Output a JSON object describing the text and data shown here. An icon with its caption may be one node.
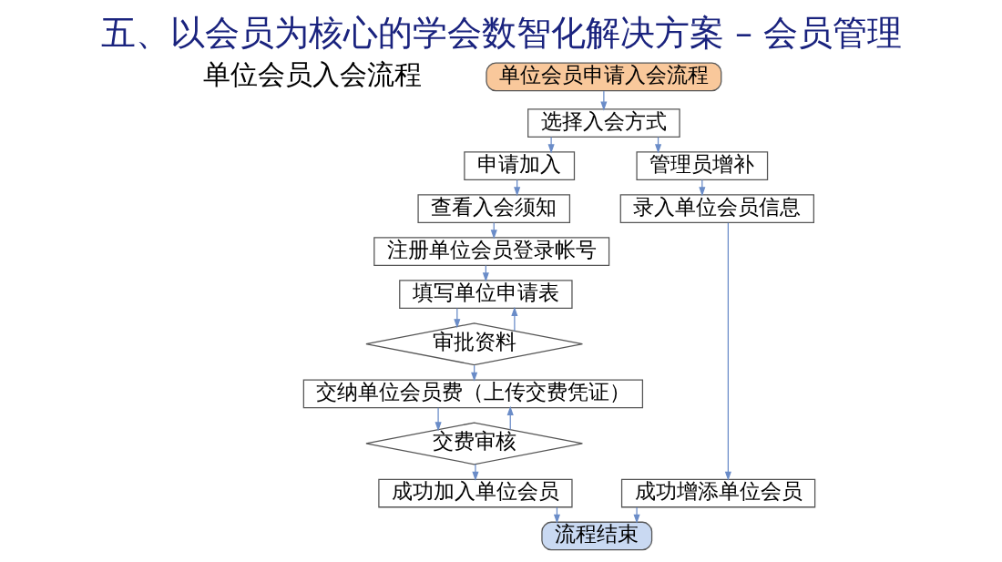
{
  "diagram": {
    "title": "五、以会员为核心的学会数智化解决方案 – 会员管理",
    "nodes": [
      {
        "text": [
          "单位会员申请入会流程"
        ]
      },
      {
        "text": [
          "选择入会方式"
        ]
      },
      {
        "text": [
          "申请加入"
        ]
      },
      {
        "text": [
          "管理员增补"
        ]
      },
      {
        "text": [
          "查看入会须知"
        ]
      },
      {
        "text": [
          "录入单位会员信息"
        ]
      },
      {
        "text": [
          "注册单位会员登录帐号"
        ]
      },
      {
        "text": [
          "填写单位申请表"
        ]
      },
      {
        "text": [
          "审批资料"
        ]
      },
      {
        "text": [
          "交纳单位会员费（上传交费凭证）"
        ]
      },
      {
        "text": [
          "交费审核"
        ]
      },
      {
        "text": [
          "成功加入单位会员"
        ]
      },
      {
        "text": [
          "成功增添单位会员"
        ]
      },
      {
        "text": [
          "流程结束"
        ]
      }
    ],
    "edges": [
      {
        "from": 0,
        "to": 1,
        "arrow": "to"
      },
      {
        "from": 1,
        "to": 2,
        "arrow": "to"
      },
      {
        "from": 1,
        "to": 3,
        "arrow": "to"
      },
      {
        "from": 2,
        "to": 4,
        "arrow": "to"
      },
      {
        "from": 3,
        "to": 5,
        "arrow": "to"
      },
      {
        "from": 4,
        "to": 6,
        "arrow": "to"
      },
      {
        "from": 6,
        "to": 7,
        "arrow": "to"
      },
      {
        "from": 7,
        "to": 8,
        "arrow": "to"
      },
      {
        "from": 8,
        "to": 7,
        "arrow": "to"
      },
      {
        "from": 8,
        "to": 9,
        "arrow": "to"
      },
      {
        "from": 9,
        "to": 10,
        "arrow": "to"
      },
      {
        "from": 10,
        "to": 9,
        "arrow": "to"
      },
      {
        "from": 10,
        "to": 11,
        "arrow": "to"
      },
      {
        "from": 5,
        "to": 12,
        "arrow": "to"
      },
      {
        "from": 11,
        "to": 13,
        "arrow": "to"
      },
      {
        "from": 12,
        "to": 13,
        "arrow": "to"
      }
    ],
    "labels": [
      "单位会员入会流程"
    ]
  }
}
